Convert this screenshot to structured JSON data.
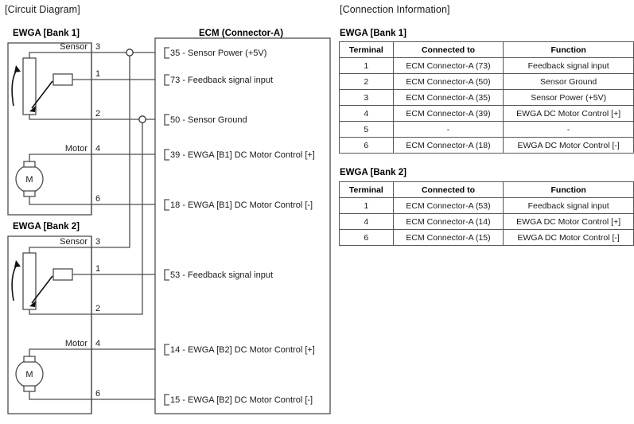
{
  "headings": {
    "circuit": "[Circuit Diagram]",
    "connection": "[Connection Information]"
  },
  "circuit": {
    "bank1_title": "EWGA [Bank 1]",
    "bank2_title": "EWGA [Bank 2]",
    "ecm_title": "ECM (Connector-A)",
    "labels": {
      "sensor": "Sensor",
      "motor": "Motor",
      "motor_symbol": "M"
    },
    "bank1_pins": {
      "sensor_3": "3",
      "sensor_1": "1",
      "sensor_2": "2",
      "motor_4": "4",
      "motor_6": "6"
    },
    "bank2_pins": {
      "sensor_3": "3",
      "sensor_1": "1",
      "sensor_2": "2",
      "motor_4": "4",
      "motor_6": "6"
    },
    "ecm_terminals": [
      {
        "id": "t35",
        "text": "35 - Sensor Power (+5V)"
      },
      {
        "id": "t73",
        "text": "73 - Feedback signal  input"
      },
      {
        "id": "t50",
        "text": "50 - Sensor Ground"
      },
      {
        "id": "t39",
        "text": "39 - EWGA [B1] DC Motor Control [+]"
      },
      {
        "id": "t18",
        "text": "18 - EWGA [B1] DC Motor Control [-]"
      },
      {
        "id": "t53",
        "text": "53 - Feedback signal  input"
      },
      {
        "id": "t14",
        "text": "14 - EWGA [B2] DC Motor Control [+]"
      },
      {
        "id": "t15",
        "text": "15 - EWGA [B2] DC Motor Control [-]"
      }
    ]
  },
  "tables": {
    "bank1": {
      "title": "EWGA [Bank 1]",
      "columns": [
        "Terminal",
        "Connected to",
        "Function"
      ],
      "rows": [
        [
          "1",
          "ECM Connector-A (73)",
          "Feedback signal  input"
        ],
        [
          "2",
          "ECM Connector-A (50)",
          "Sensor Ground"
        ],
        [
          "3",
          "ECM Connector-A (35)",
          "Sensor Power (+5V)"
        ],
        [
          "4",
          "ECM Connector-A (39)",
          "EWGA DC Motor Control [+]"
        ],
        [
          "5",
          "-",
          "-"
        ],
        [
          "6",
          "ECM Connector-A (18)",
          "EWGA DC Motor Control [-]"
        ]
      ]
    },
    "bank2": {
      "title": "EWGA [Bank 2]",
      "columns": [
        "Terminal",
        "Connected to",
        "Function"
      ],
      "rows": [
        [
          "1",
          "ECM Connector-A (53)",
          "Feedback signal  input"
        ],
        [
          "4",
          "ECM Connector-A (14)",
          "EWGA DC Motor Control [+]"
        ],
        [
          "6",
          "ECM Connector-A (15)",
          "EWGA DC Motor Control [-]"
        ]
      ]
    }
  },
  "colors": {
    "line": "#4d4d4d",
    "text": "#1a1a1a",
    "background": "#ffffff"
  }
}
